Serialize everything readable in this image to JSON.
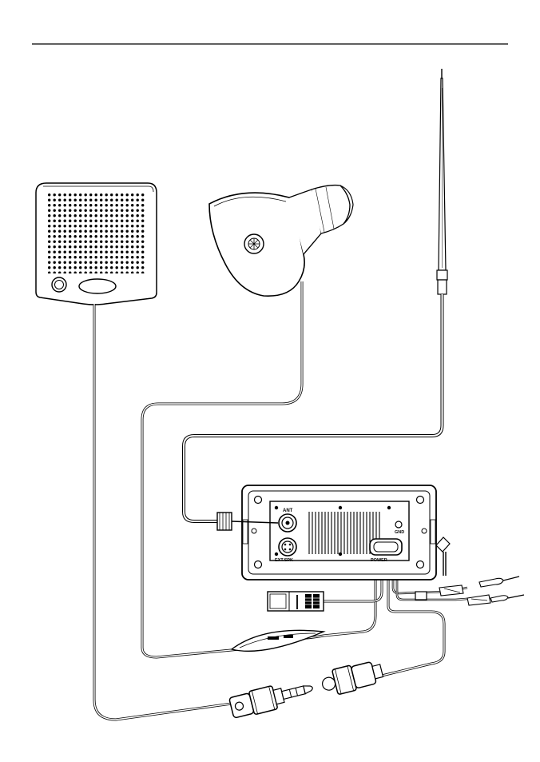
{
  "radio": {
    "label_ant": "ANT",
    "label_gnd": "GND",
    "label_extspk": "EXT.SPK",
    "label_power": "POWER"
  }
}
